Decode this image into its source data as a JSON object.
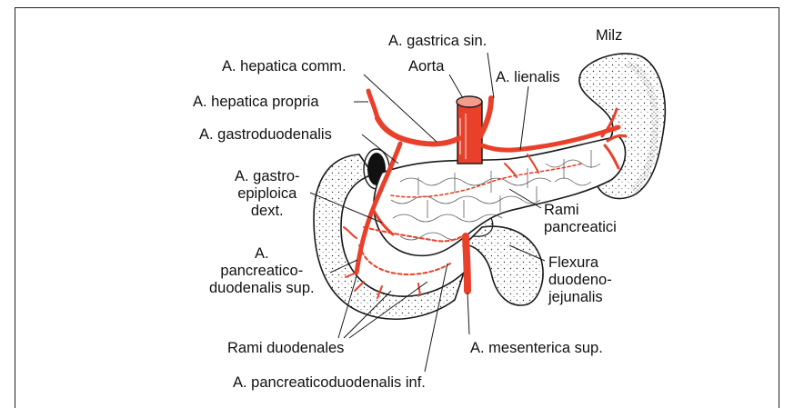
{
  "colors": {
    "artery": "#e8402a",
    "ink": "#1a1a1a",
    "background": "#ffffff"
  },
  "labels": {
    "gastrica_sin": "A. gastrica sin.",
    "milz": "Milz",
    "hepatica_comm": "A. hepatica comm.",
    "aorta": "Aorta",
    "lienalis": "A. lienalis",
    "hepatica_propria": "A. hepatica propria",
    "gastroduodenalis": "A. gastroduodenalis",
    "gastroepiploica": [
      "A. gastro-",
      "epiploica",
      "dext."
    ],
    "rami_pancreatici": [
      "Rami",
      "pancreatici"
    ],
    "pancreaticoduodenalis_sup": [
      "A.",
      "pancreatico-",
      "duodenalis sup."
    ],
    "flexura": [
      "Flexura",
      "duodeno-",
      "jejunalis"
    ],
    "rami_duodenales": "Rami duodenales",
    "mesenterica_sup": "A. mesenterica sup.",
    "pancreaticoduodenalis_inf": "A. pancreaticoduodenalis inf."
  }
}
